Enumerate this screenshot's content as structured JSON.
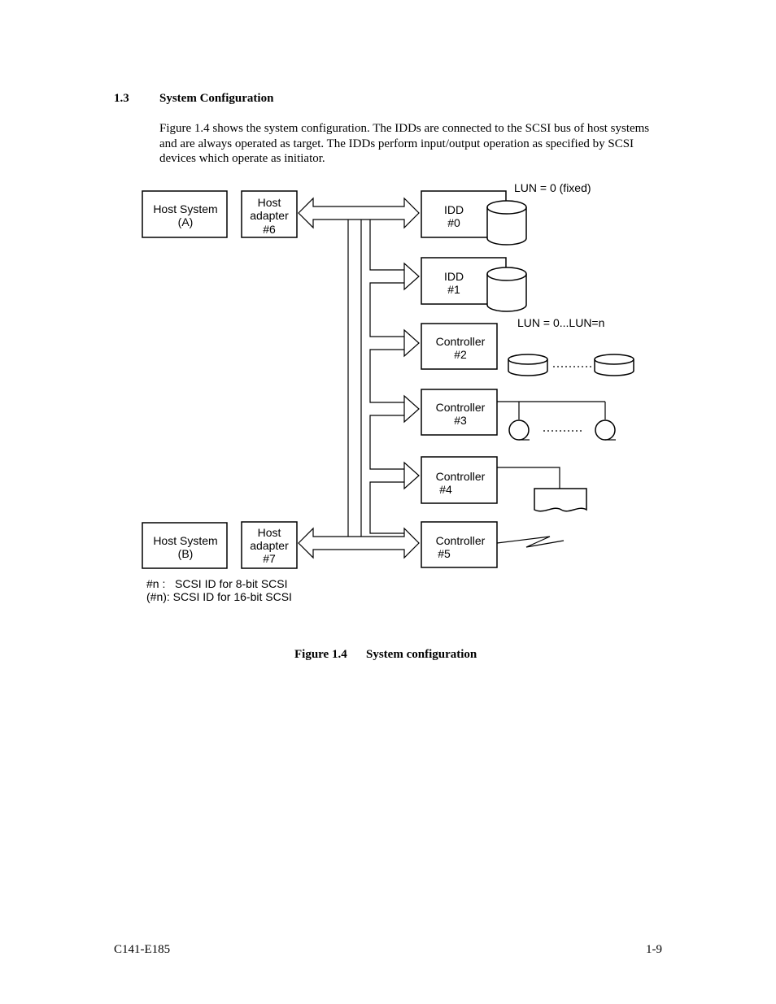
{
  "section": {
    "number": "1.3",
    "title": "System Configuration"
  },
  "paragraph": "Figure 1.4 shows the system configuration.  The IDDs are connected to the SCSI bus of host systems and are always operated as target.  The IDDs perform input/output operation as specified by SCSI devices which operate as initiator.",
  "diagram": {
    "host_a": {
      "line1": "Host System",
      "line2": "(A)"
    },
    "host_b": {
      "line1": "Host System",
      "line2": "(B)"
    },
    "adapter_6": {
      "line1": "Host",
      "line2": "adapter",
      "line3": "#6"
    },
    "adapter_7": {
      "line1": "Host",
      "line2": "adapter",
      "line3": "#7"
    },
    "idd_0": {
      "line1": "IDD",
      "line2": "#0"
    },
    "idd_1": {
      "line1": "IDD",
      "line2": "#1"
    },
    "controller_2": {
      "line1": "Controller",
      "line2": "#2"
    },
    "controller_3": {
      "line1": "Controller",
      "line2": "#3"
    },
    "controller_4": {
      "line1": "Controller",
      "line2": "#4"
    },
    "controller_5": {
      "line1": "Controller",
      "line2": "#5"
    },
    "lun_fixed": "LUN = 0 (fixed)",
    "lun_range": "LUN = 0...LUN=n",
    "legend_line1": "#n :   SCSI ID for 8-bit SCSI",
    "legend_line2": "(#n): SCSI ID for 16-bit SCSI"
  },
  "figure_caption": {
    "number": "Figure 1.4",
    "title": "System configuration"
  },
  "footer": {
    "doc_id": "C141-E185",
    "page": "1-9"
  }
}
